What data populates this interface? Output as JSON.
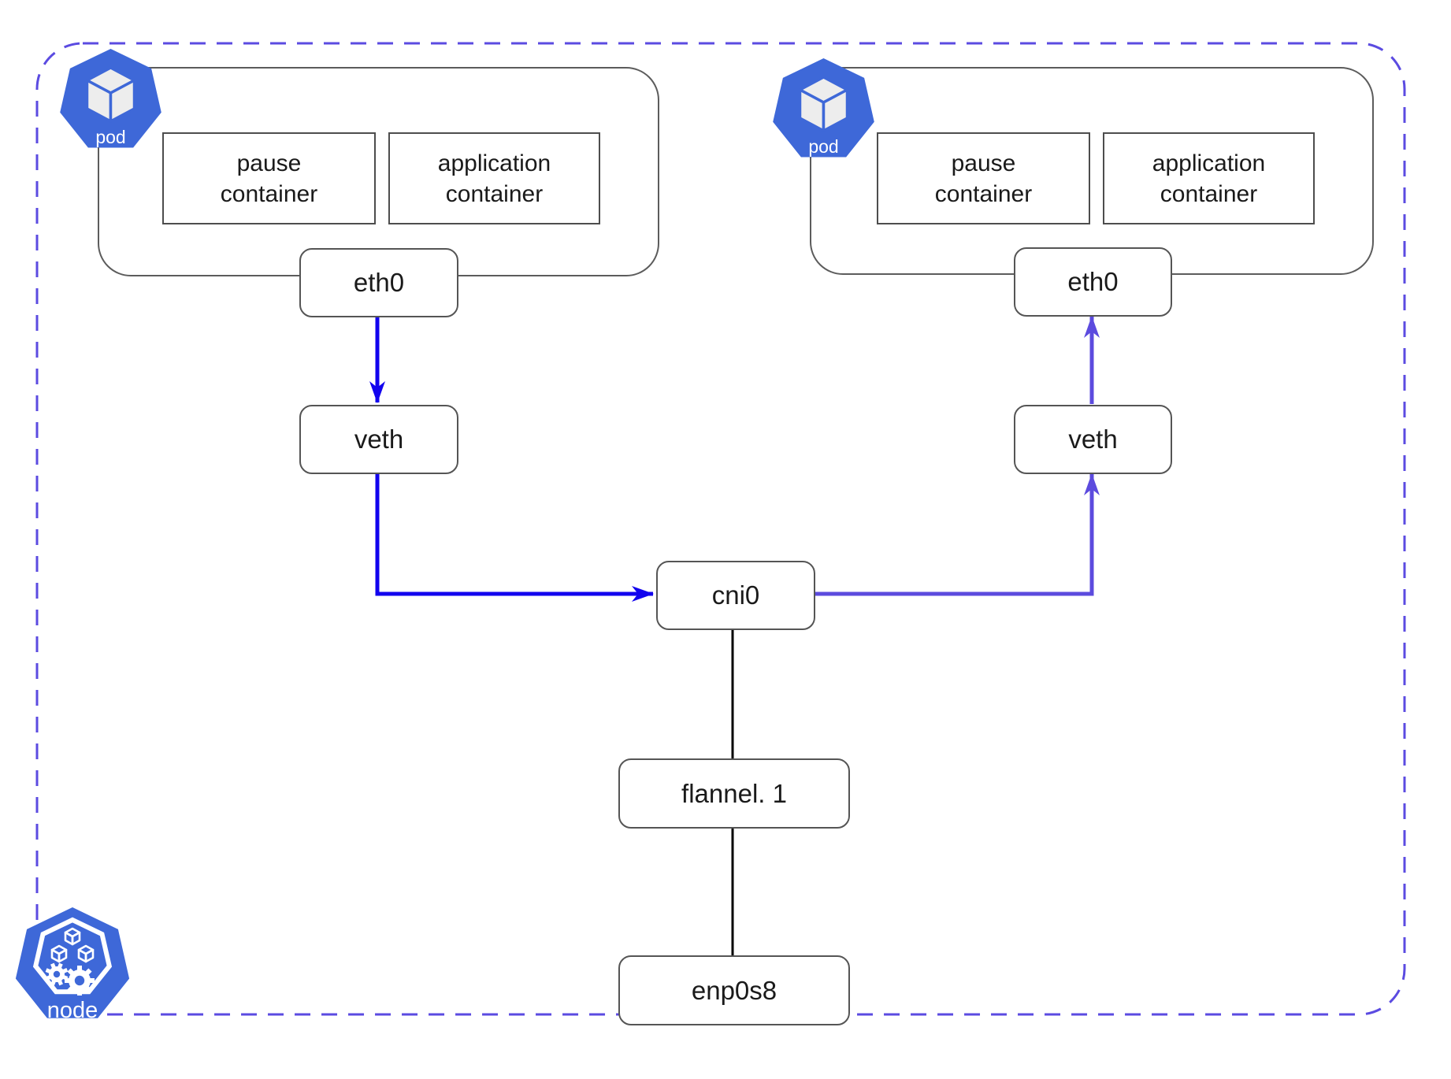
{
  "node": {
    "icon_label": "node"
  },
  "pod_left": {
    "icon_label": "pod",
    "pause_container": "pause\ncontainer",
    "application_container": "application\ncontainer",
    "eth": "eth0",
    "veth": "veth"
  },
  "pod_right": {
    "icon_label": "pod",
    "pause_container": "pause\ncontainer",
    "application_container": "application\ncontainer",
    "eth": "eth0",
    "veth": "veth"
  },
  "network": {
    "bridge": "cni0",
    "overlay": "flannel. 1",
    "nic": "enp0s8"
  },
  "colors": {
    "node_dashed_border": "#5B4BE1",
    "egress_path_blue": "#1203EE",
    "ingress_path_purple": "#5C4BDE",
    "kubernetes_blue": "#3E68D8",
    "box_border_gray": "#555555",
    "plain_link_black": "#000000"
  }
}
